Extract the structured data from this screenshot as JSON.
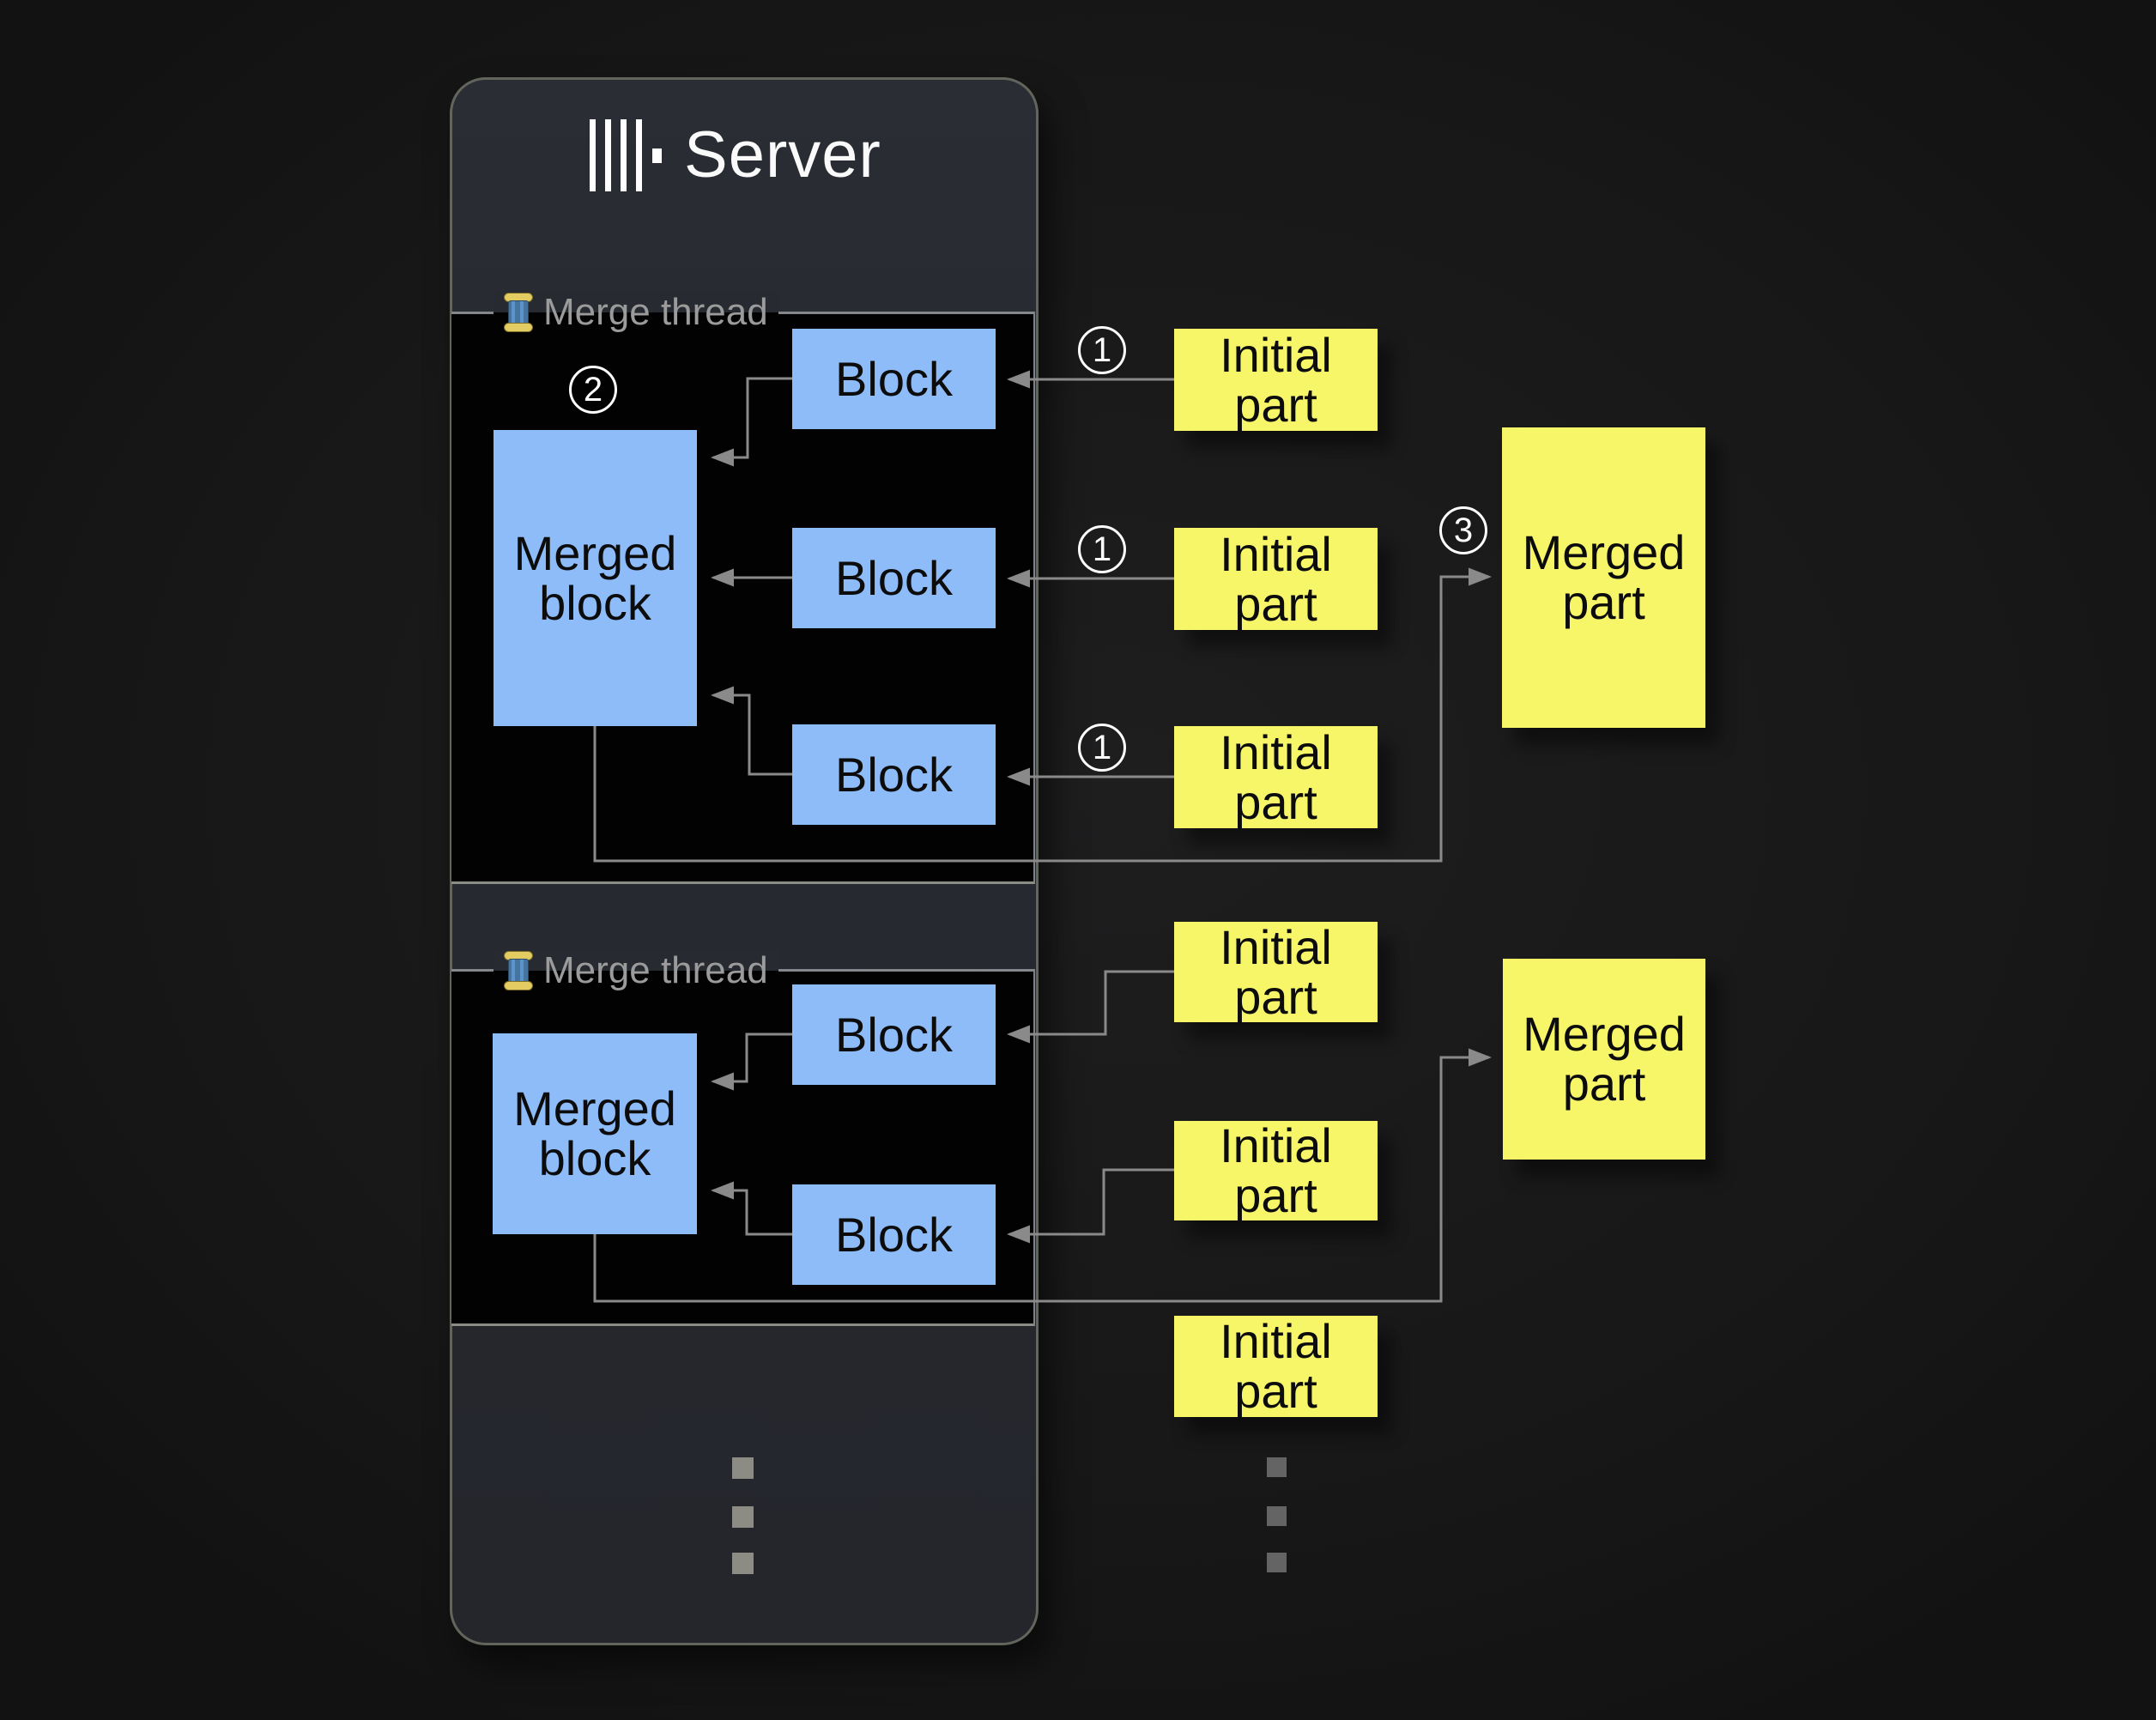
{
  "colors": {
    "canvas_bg": "#191919",
    "server_bg": "#282b31",
    "server_border": "#62655b",
    "thread_bg": "#020202",
    "thread_border": "#84888c",
    "block_fill": "#8ebcf9",
    "part_fill": "#f7f668",
    "wire": "#8a8a8a",
    "label_text": "#9b9b9b",
    "title_text": "#fafafa",
    "box_text": "#0c0c0c"
  },
  "server": {
    "title": "Server",
    "logo_icon": "clickhouse-logo-icon",
    "continuation_dots": 3
  },
  "threads": [
    {
      "icon": "thread-spool-icon",
      "label": "Merge thread",
      "step_badge": "2",
      "merged_block": {
        "label": "Merged block"
      },
      "blocks": [
        {
          "label": "Block"
        },
        {
          "label": "Block"
        },
        {
          "label": "Block"
        }
      ]
    },
    {
      "icon": "thread-spool-icon",
      "label": "Merge thread",
      "merged_block": {
        "label": "Merged block"
      },
      "blocks": [
        {
          "label": "Block"
        },
        {
          "label": "Block"
        }
      ]
    }
  ],
  "parts": {
    "groups": [
      {
        "initial": [
          {
            "label": "Initial part",
            "badge": "1"
          },
          {
            "label": "Initial part",
            "badge": "1"
          },
          {
            "label": "Initial part",
            "badge": "1"
          }
        ],
        "merged": {
          "label": "Merged part",
          "badge": "3"
        }
      },
      {
        "initial": [
          {
            "label": "Initial part"
          },
          {
            "label": "Initial part"
          },
          {
            "label": "Initial part"
          }
        ],
        "merged": {
          "label": "Merged part"
        }
      }
    ],
    "continuation_dots": 3
  }
}
